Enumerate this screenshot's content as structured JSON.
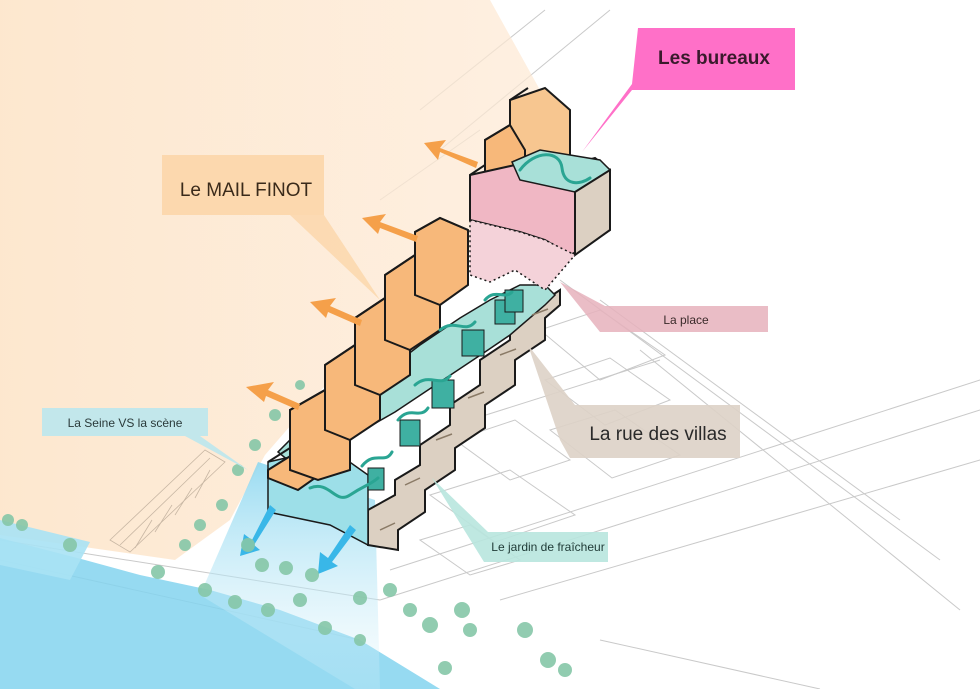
{
  "labels": {
    "bureaux": "Les bureaux",
    "mail": "Le MAIL FINOT",
    "place": "La place",
    "rue": "La rue des villas",
    "seine": "La Seine VS la scène",
    "jardin": "Le jardin de fraîcheur"
  },
  "colors": {
    "orange_zone": "#fde8d0",
    "orange_block": "#f7b87a",
    "orange_arrow": "#f5a04a",
    "teal": "#a8e0d8",
    "teal_dark": "#3fb0a2",
    "pink_magenta": "#ff70c8",
    "pink_light": "#e6b2bc",
    "beige": "#ddd2c6",
    "blue_water": "#7fd3ee",
    "blue_label": "#bfe7ec",
    "jardin_label": "#b8e5de"
  }
}
